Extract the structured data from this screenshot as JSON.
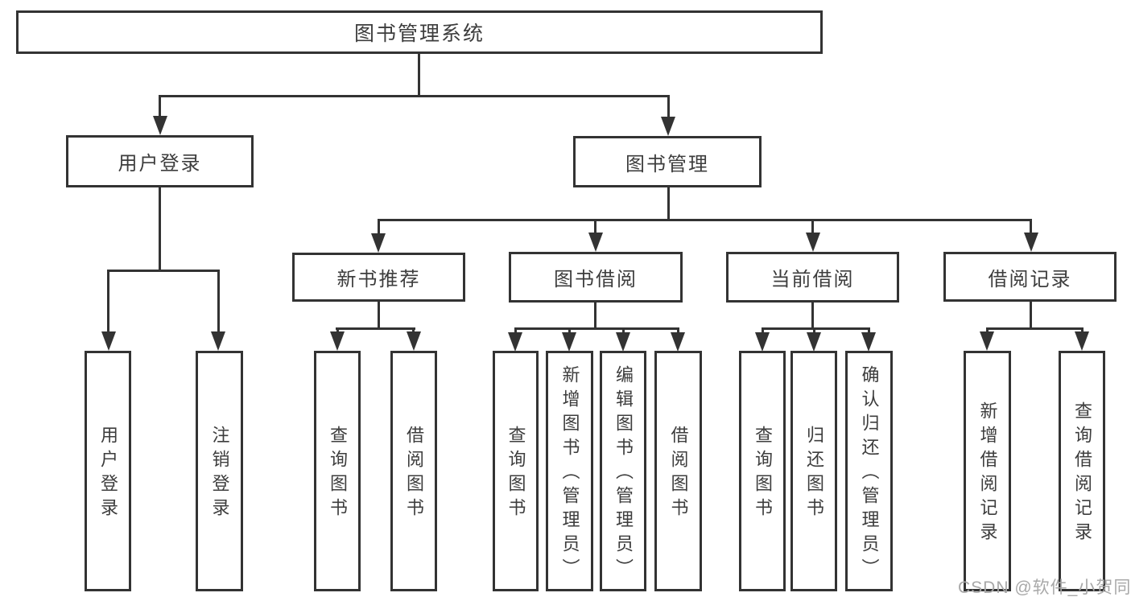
{
  "root": {
    "label": "图书管理系统"
  },
  "branches": {
    "user_login": {
      "label": "用户登录",
      "children": [
        {
          "label": "用户登录"
        },
        {
          "label": "注销登录"
        }
      ]
    },
    "book_mgmt": {
      "label": "图书管理",
      "sections": [
        {
          "label": "新书推荐",
          "children": [
            {
              "label": "查询图书"
            },
            {
              "label": "借阅图书"
            }
          ]
        },
        {
          "label": "图书借阅",
          "children": [
            {
              "label": "查询图书"
            },
            {
              "label": "新增图书（管理员）"
            },
            {
              "label": "编辑图书（管理员）"
            },
            {
              "label": "借阅图书"
            }
          ]
        },
        {
          "label": "当前借阅",
          "children": [
            {
              "label": "查询图书"
            },
            {
              "label": "归还图书"
            },
            {
              "label": "确认归还（管理员）"
            }
          ]
        },
        {
          "label": "借阅记录",
          "children": [
            {
              "label": "新增借阅记录"
            },
            {
              "label": "查询借阅记录"
            }
          ]
        }
      ]
    }
  },
  "watermark": "CSDN @软件_小贺同学",
  "colors": {
    "line": "#333333",
    "text": "#3d3d3d",
    "background": "#ffffff",
    "watermark": "#a8a8a8"
  }
}
